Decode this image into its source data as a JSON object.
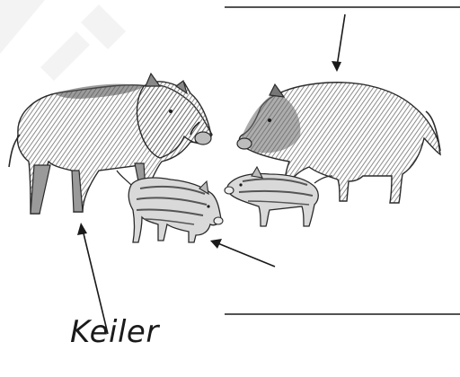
{
  "labels": {
    "keiler": "Keiler"
  },
  "animals": [
    {
      "name": "adult-boar",
      "facing": "right"
    },
    {
      "name": "adult-sow",
      "facing": "left"
    },
    {
      "name": "striped-piglet-front",
      "facing": "right"
    },
    {
      "name": "striped-piglet-back",
      "facing": "left"
    }
  ],
  "answer_lines": 2,
  "colors": {
    "ink": "#1a1a1a",
    "fur": "#8a8a8a",
    "watermark": "#f2f2f2"
  }
}
